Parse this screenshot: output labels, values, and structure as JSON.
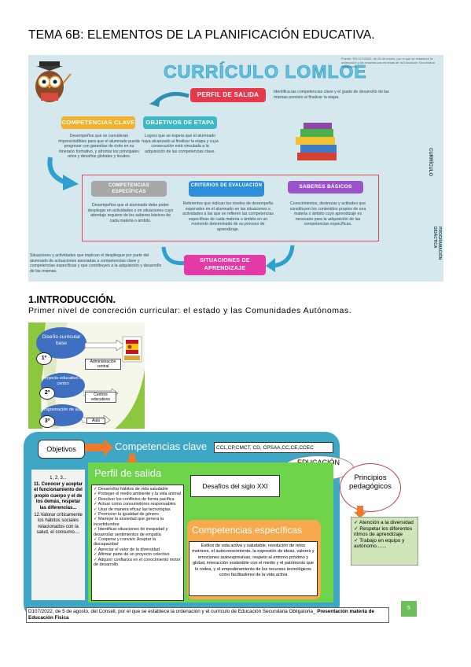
{
  "page": {
    "title": "TEMA 6B: ELEMENTOS DE LA PLANIFICACIÓN EDUCATIVA.",
    "section_heading": "1.INTRODUCCIÓN.",
    "section_text": "Primer nivel de concreción curricular: el estado y las Comunidades Autónomas."
  },
  "curriculo": {
    "title": "CURRÍCULO LOMLOE",
    "source_note": "Fuente: RD 217/2022, de 29 de marzo, por el que se establece la ordenación y las enseñanzas mínimas de la Educación Secundaria Obligatoria.",
    "perfil_label": "PERFIL DE SALIDA",
    "perfil_desc": "Identifica las competencias clave y el grado de desarrollo de las mismas previsto al finalizar la etapa.",
    "comp_clave_label": "COMPETENCIAS CLAVE",
    "comp_clave_desc": "Desempeños que se consideran imprescindibles para que el alumnado pueda progresar con garantías de éxito en su itinerario formativo, y afrontar los principales retos y desafíos globales y locales.",
    "objetivos_label": "OBJETIVOS DE ETAPA",
    "objetivos_desc": "Logros que se espera que el alumnado haya alcanzado al finalizar la etapa y cuya consecución está vinculada a la adquisición de las competencias clave.",
    "comp_esp_label": "COMPETENCIAS ESPECÍFICAS",
    "comp_esp_desc": "Desempeños que el alumnado debe poder desplegar en actividades o en situaciones cuyo abordaje requiere de los saberes básicos de cada materia o ámbito.",
    "criterios_label": "CRITERIOS DE EVALUACIÓN",
    "criterios_desc": "Referentes que indican los niveles de desempeño esperados en el alumnado en las situaciones o actividades a las que se refieren las competencias específicas de cada materia o ámbito en un momento determinado de su proceso de aprendizaje.",
    "saberes_label": "SABERES BÁSICOS",
    "saberes_desc": "Conocimientos, destrezas y actitudes que constituyen los contenidos propios de una materia o ámbito cuyo aprendizaje es necesario para la adquisición de las competencias específicas.",
    "situaciones_label": "SITUACIONES DE APRENDIZAJE",
    "situaciones_desc": "Situaciones y actividades que implican el despliegue por parte del alumnado de actuaciones asociadas a competencias clave y competencias específicas y que contribuyen a la adquisición y desarrollo de las mismas.",
    "side_curriculo": "CURRÍCULO",
    "side_programacion": "PROGRAMACIÓN DIDÁCTICA"
  },
  "niveles": {
    "items": [
      {
        "num": "1º",
        "label": "Diseño curricular base",
        "tag": "Administración central"
      },
      {
        "num": "2º",
        "label": "Proyecto educativo de centro",
        "tag": "Centros educativos"
      },
      {
        "num": "3º",
        "label": "Programación de aula",
        "tag": "Aula"
      }
    ]
  },
  "mapa": {
    "objetivos": "Objetivos",
    "competencias_clave": "Competencias clave",
    "cc_list": "CCL,CP,CMCT, CD, CPSAA,CC,CE,CCEC",
    "educacion_fisica": "EDUCACIÓN FÍSICA",
    "principios": "Principios pedagógicos",
    "objetivos_list": "1, 2, 3...",
    "objetivo_11": "11. Conocer y aceptar el funcionamiento del propio cuerpo y el de los demás, respetar las diferencias...",
    "objetivo_12": "12.Valorar críticamente los hábitos sociales relacionados con la salud, el consumo....",
    "perfil_salida": "Perfil de salida",
    "desafios": "Desafíos del siglo XXI",
    "perfil_items": [
      "Desarrollar hábitos de vida saludable",
      "Proteger el medio ambiente y la vida animal",
      "Resolver los conflictos de forma pacífica",
      "Actuar como consumidores responsables",
      "Usar de manera eficaz las tecnologías",
      "Promover la igualdad de género",
      "Manejar la ansiedad que genera la incertidumbre",
      "Identificar situaciones de inequidad y desarrollar sentimientos de empatía",
      "Cooperar y convivir. Aceptar la discapacidad",
      "Apreciar el valor de la diversidad",
      "Afirmar parte de un proyecto colectivo",
      "Adquirir confianza en el conocimiento motor de desarrollo"
    ],
    "competencias_especificas": "Competencias específicas",
    "ce_text": "Estilos de vida activa y saludable, resolución de retos motrices, el autoconocimiento, la expresión de ideas, valores y emociones autoexpresivas, respeto al entorno próximo y global, interacción sostenible con el medio y el patrimonio que le rodea, y el empoderamiento de los recursos tecnológicos como facilitadores de la vida activa",
    "principios_items": [
      "Atención a la diversidad",
      "Respetar los diferentes ritmos de aprendizaje",
      "Trabajo en equipo y autónomo......."
    ],
    "footer_text": "D107/2022, de 5 de agosto, del Consell, por el que se establece la ordenación y el currículo de Educación Secundaria Obligatoria_",
    "footer_bold": "Presentación materia de Educación Física",
    "slide_num": "5"
  }
}
